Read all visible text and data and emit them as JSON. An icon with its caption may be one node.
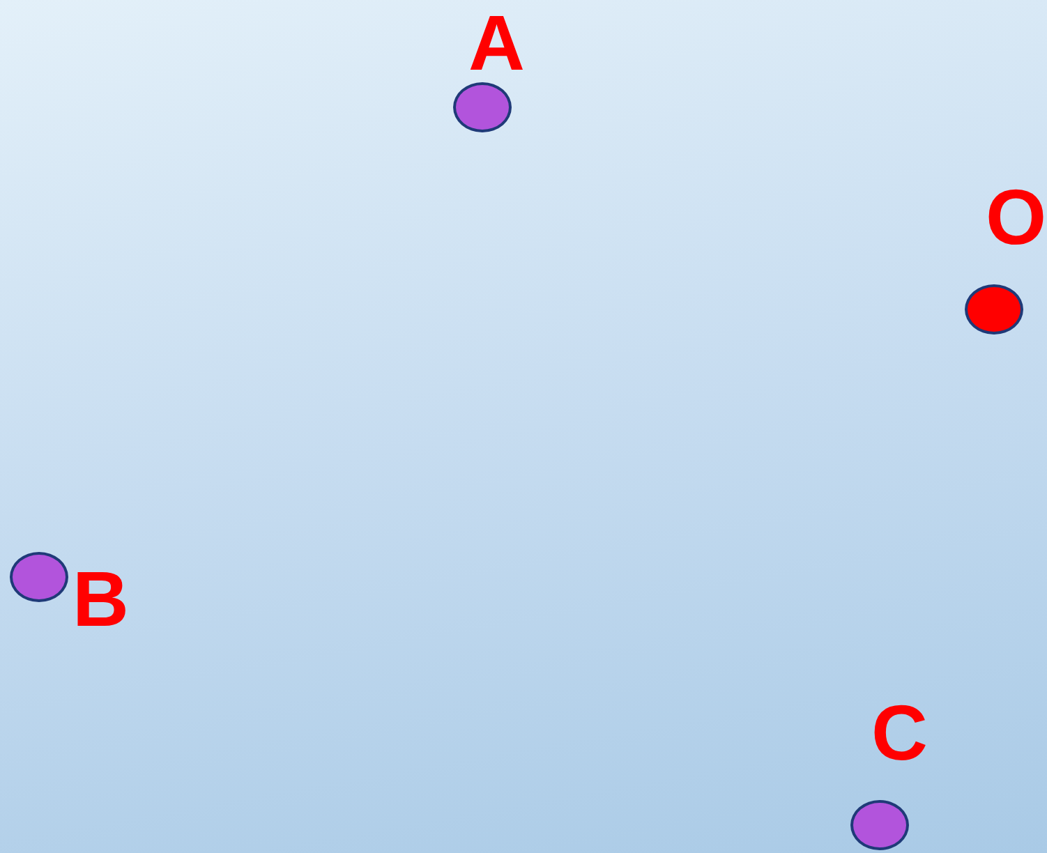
{
  "diagram": {
    "nodes": [
      {
        "text": [
          "A"
        ]
      },
      {
        "text": [
          "O"
        ]
      },
      {
        "text": [
          "B"
        ]
      },
      {
        "text": [
          "C"
        ]
      }
    ]
  }
}
